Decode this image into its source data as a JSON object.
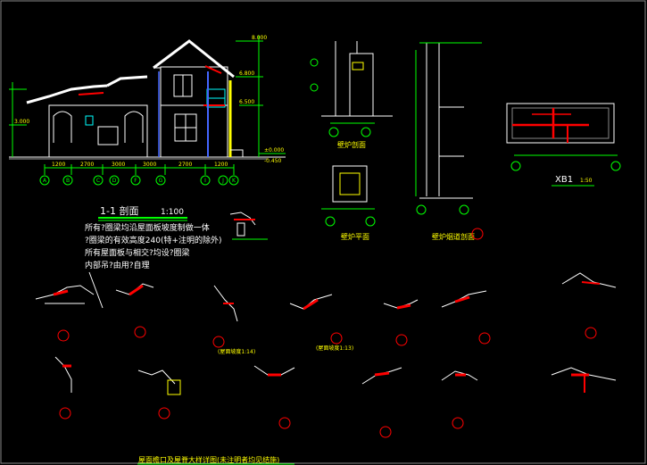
{
  "colors": {
    "background": "#000000",
    "line": "#ffffff",
    "dimension": "#00ff00",
    "axis_bubble": "#00ff00",
    "text_yellow": "#ffff00",
    "note": "#ffffff",
    "highlight_red": "#ff0000",
    "cyan": "#00ffff",
    "blue": "#4466ff",
    "magenta": "#ff44ff"
  },
  "section": {
    "title": "1-1 剖面",
    "scale": "1:100",
    "notes": [
      "所有?圈梁均沿屋面板坡度制做一体",
      "?圈梁的有效高度240(特+注明的除外)",
      "所有屋面板与相交?均设?圈梁",
      "内部吊?由用?自理"
    ],
    "axis_labels": [
      "A",
      "B",
      "C",
      "D",
      "F",
      "G",
      "I",
      "J",
      "K"
    ],
    "dimensions": [
      "1200",
      "2700",
      "3000",
      "3000",
      "2700",
      "1200"
    ],
    "elevations": [
      "8.000",
      "6.800",
      "6.500",
      "3.000",
      "±0.000",
      "-0.450"
    ]
  },
  "detail_labels": {
    "upper_a": "壁炉剖面",
    "upper_b": "壁炉平面",
    "upper_c": "壁炉烟道剖面",
    "xb1": "XB1",
    "xb1_scale": "1:50",
    "bottom_caption": "屋面檐口及屋脊大样详图(未注明者均见结施)",
    "mid_note_1": "(屋面坡度1:14)",
    "mid_note_2": "(屋面坡度1:13)"
  }
}
